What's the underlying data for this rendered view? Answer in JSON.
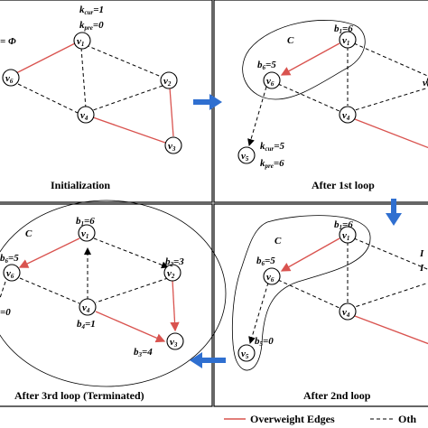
{
  "captions": {
    "p1": "Initialization",
    "p2": "After 1st loop",
    "p3": "After 3rd loop (Terminated)",
    "p4": "After 2nd loop"
  },
  "legend": {
    "overweight": "Overweight Edges",
    "other": "Oth"
  },
  "texts": {
    "p1_init": "= Φ",
    "p1_kcur": "k",
    "p1_kcur_sub": "cur",
    "p1_kcur_val": "=1",
    "p1_kpre": "k",
    "p1_kpre_sub": "pre",
    "p1_kpre_val": "=0",
    "C": "C",
    "b1_6": "=6",
    "b6_5": "=5",
    "b2_3": "=3",
    "b4_1": "=1",
    "b3_4": "=4",
    "b5_0": "=0",
    "eq0": "=0",
    "kcur5": "=5",
    "kpre6": "=6",
    "cut_top": "I",
    "cut_mid": "I"
  },
  "nodes": {
    "v": "v",
    "s1": "1",
    "s2": "2",
    "s3": "3",
    "s4": "4",
    "s5": "5",
    "s6": "6"
  },
  "colors": {
    "overweight": "#d9534f",
    "other": "#000000",
    "arrow": "#2f6fd0"
  },
  "icons": [
    "right-arrow-icon",
    "down-arrow-icon",
    "left-arrow-icon"
  ]
}
